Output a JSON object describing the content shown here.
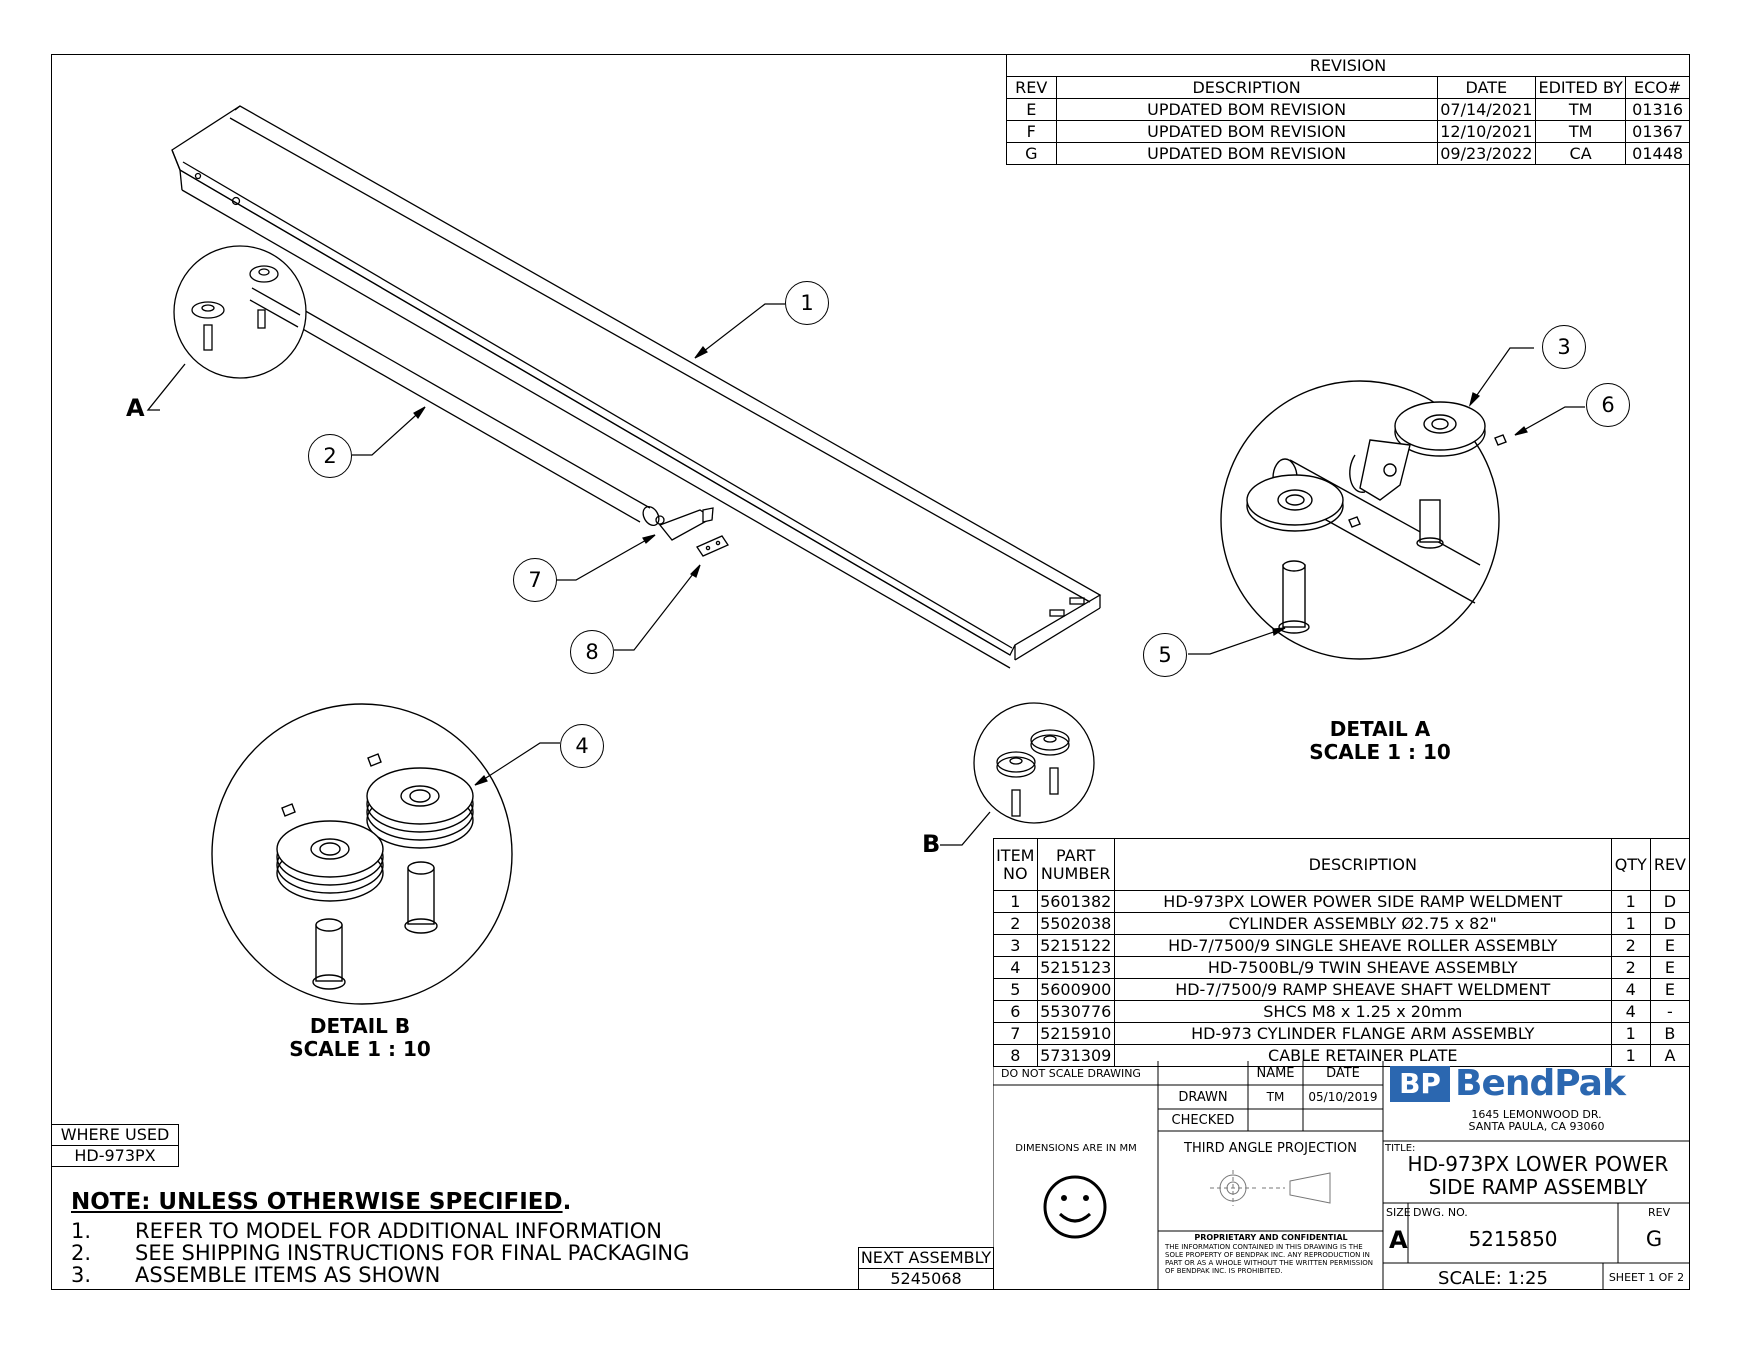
{
  "revision_table": {
    "title": "REVISION",
    "headers": [
      "REV",
      "DESCRIPTION",
      "DATE",
      "EDITED BY",
      "ECO#"
    ],
    "rows": [
      [
        "E",
        "UPDATED BOM REVISION",
        "07/14/2021",
        "TM",
        "01316"
      ],
      [
        "F",
        "UPDATED BOM REVISION",
        "12/10/2021",
        "TM",
        "01367"
      ],
      [
        "G",
        "UPDATED BOM REVISION",
        "09/23/2022",
        "CA",
        "01448"
      ]
    ]
  },
  "bom": {
    "headers": [
      "ITEM NO",
      "PART NUMBER",
      "DESCRIPTION",
      "QTY",
      "REV"
    ],
    "rows": [
      [
        "1",
        "5601382",
        "HD-973PX LOWER POWER SIDE RAMP WELDMENT",
        "1",
        "D"
      ],
      [
        "2",
        "5502038",
        "CYLINDER ASSEMBLY Ø2.75 x 82\"",
        "1",
        "D"
      ],
      [
        "3",
        "5215122",
        "HD-7/7500/9 SINGLE SHEAVE ROLLER ASSEMBLY",
        "2",
        "E"
      ],
      [
        "4",
        "5215123",
        "HD-7500BL/9 TWIN SHEAVE ASSEMBLY",
        "2",
        "E"
      ],
      [
        "5",
        "5600900",
        "HD-7/7500/9 RAMP SHEAVE SHAFT WELDMENT",
        "4",
        "E"
      ],
      [
        "6",
        "5530776",
        "SHCS M8 x 1.25 x 20mm",
        "4",
        "-"
      ],
      [
        "7",
        "5215910",
        "HD-973 CYLINDER FLANGE ARM ASSEMBLY",
        "1",
        "B"
      ],
      [
        "8",
        "5731309",
        "CABLE RETAINER PLATE",
        "1",
        "A"
      ]
    ]
  },
  "title_block": {
    "do_not_scale": "DO NOT SCALE DRAWING",
    "name_header": "NAME",
    "date_header": "DATE",
    "drawn_label": "DRAWN",
    "drawn_name": "TM",
    "drawn_date": "05/10/2019",
    "checked_label": "CHECKED",
    "dimensions_note": "DIMENSIONS ARE IN MM",
    "projection": "THIRD ANGLE PROJECTION",
    "proprietary_title": "PROPRIETARY AND CONFIDENTIAL",
    "proprietary_text": "THE INFORMATION CONTAINED IN THIS DRAWING IS THE SOLE PROPERTY OF BENDPAK INC. ANY REPRODUCTION IN PART OR AS A WHOLE WITHOUT THE WRITTEN PERMISSION OF BENDPAK INC. IS PROHIBITED.",
    "company_mark": "BP",
    "company_name": "BendPak",
    "address_line1": "1645 LEMONWOOD DR.",
    "address_line2": "SANTA PAULA, CA 93060",
    "title_label": "TITLE:",
    "title_line1": "HD-973PX LOWER POWER",
    "title_line2": "SIDE RAMP ASSEMBLY",
    "size_label": "SIZE",
    "size_value": "A",
    "dwg_no_label": "DWG.  NO.",
    "dwg_no": "5215850",
    "rev_label": "REV",
    "rev_value": "G",
    "scale": "SCALE: 1:25",
    "sheet": "SHEET 1 OF 2"
  },
  "where_used": {
    "label": "WHERE USED",
    "value": "HD-973PX"
  },
  "next_assembly": {
    "label": "NEXT ASSEMBLY",
    "value": "5245068"
  },
  "notes": {
    "heading": "NOTE: UNLESS OTHERWISE SPECIFIED",
    "heading_suffix": ".",
    "items": [
      {
        "num": "1.",
        "text": "REFER TO MODEL FOR ADDITIONAL INFORMATION"
      },
      {
        "num": "2.",
        "text": "SEE SHIPPING INSTRUCTIONS FOR FINAL PACKAGING"
      },
      {
        "num": "3.",
        "text": "ASSEMBLE ITEMS AS SHOWN"
      }
    ]
  },
  "details": {
    "a_line1": "DETAIL A",
    "a_line2": "SCALE 1 : 10",
    "b_line1": "DETAIL B",
    "b_line2": "SCALE 1 : 10",
    "a_marker": "A",
    "b_marker": "B"
  },
  "callouts": [
    "1",
    "2",
    "3",
    "4",
    "5",
    "6",
    "7",
    "8"
  ]
}
